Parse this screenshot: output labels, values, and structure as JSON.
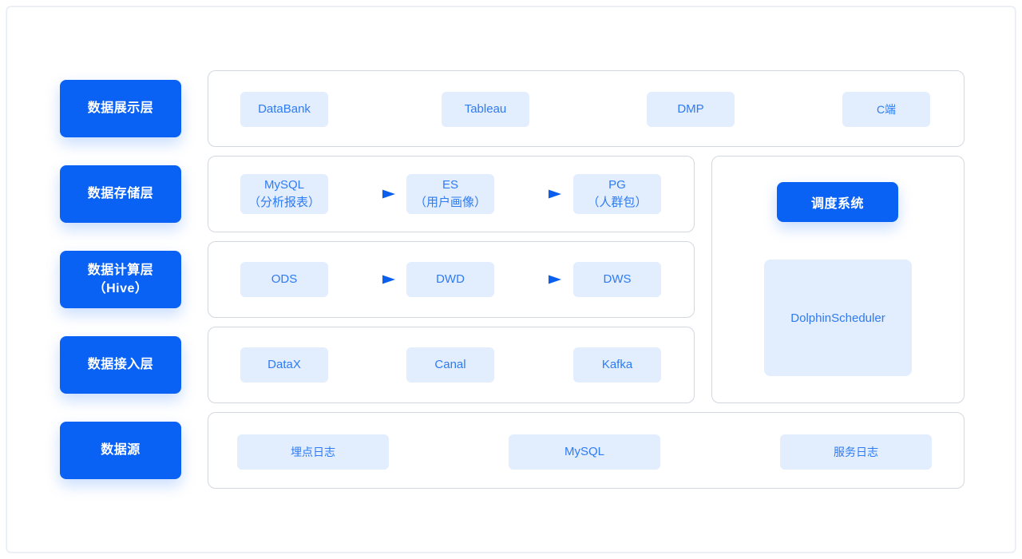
{
  "theme": {
    "accent_blue": "#0a62f5",
    "chip_fill": "#e2edfd",
    "chip_text": "#2f7bf2",
    "border_gray": "#d3d8e0",
    "page_bg": "#ffffff"
  },
  "layers": [
    {
      "label": "数据展示层",
      "label_line2": ""
    },
    {
      "label": "数据存储层",
      "label_line2": ""
    },
    {
      "label": "数据计算层",
      "label_line2": "（Hive）"
    },
    {
      "label": "数据接入层",
      "label_line2": ""
    },
    {
      "label": "数据源",
      "label_line2": ""
    }
  ],
  "rows": {
    "presentation": {
      "items": [
        {
          "label": "DataBank"
        },
        {
          "label": "Tableau"
        },
        {
          "label": "DMP"
        },
        {
          "label": "C端"
        }
      ]
    },
    "storage": {
      "items": [
        {
          "label": "MySQL",
          "sub": "（分析报表）"
        },
        {
          "label": "ES",
          "sub": "（用户画像）"
        },
        {
          "label": "PG",
          "sub": "（人群包）"
        }
      ],
      "flow": [
        "MySQL → ES",
        "ES → PG"
      ]
    },
    "compute": {
      "items": [
        {
          "label": "ODS",
          "sub": ""
        },
        {
          "label": "DWD",
          "sub": ""
        },
        {
          "label": "DWS",
          "sub": ""
        }
      ],
      "flow": [
        "ODS → DWD",
        "DWD → DWS"
      ]
    },
    "ingest": {
      "items": [
        {
          "label": "DataX"
        },
        {
          "label": "Canal"
        },
        {
          "label": "Kafka"
        }
      ]
    },
    "source": {
      "items": [
        {
          "label": "埋点日志"
        },
        {
          "label": "MySQL"
        },
        {
          "label": "服务日志"
        }
      ]
    }
  },
  "scheduler_panel": {
    "title_button": "调度系统",
    "tool": "DolphinScheduler"
  }
}
